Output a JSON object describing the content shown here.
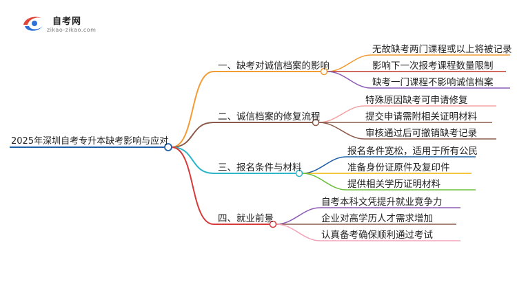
{
  "logo": {
    "title": "自考网",
    "subtitle": "zikao-zikao.com",
    "colors": {
      "blue": "#2f6fd8",
      "red": "#e0453a",
      "gray": "#9aa4b2"
    }
  },
  "root": {
    "label": "2025年深圳自考专升本缺考影响与应对",
    "color": "#1f5fa8"
  },
  "branches": [
    {
      "label": "一、缺考对诚信档案的影响",
      "color": "#f39c34",
      "leaves": [
        {
          "label": "无故缺考两门课程或以上将被记录",
          "color": "#f39c34"
        },
        {
          "label": "影响下一次报考课程数量限制",
          "color": "#c0392b"
        },
        {
          "label": "缺考一门课程不影响诚信档案",
          "color": "#8e5bb5"
        }
      ]
    },
    {
      "label": "二、诚信档案的修复流程",
      "color": "#8b5a4a",
      "leaves": [
        {
          "label": "特殊原因缺考可申请修复",
          "color": "#f4a3a3"
        },
        {
          "label": "提交申请需附相关证明材料",
          "color": "#8b5a4a"
        },
        {
          "label": "审核通过后可撤销缺考记录",
          "color": "#8b5a4a"
        }
      ]
    },
    {
      "label": "三、报名条件与材料",
      "color": "#2fb5c9",
      "leaves": [
        {
          "label": "报名条件宽松，适用于所有公民",
          "color": "#1f5fa8"
        },
        {
          "label": "准备身份证原件及复印件",
          "color": "#f0b400"
        },
        {
          "label": "提供相关学历证明材料",
          "color": "#6bbf3a"
        }
      ]
    },
    {
      "label": "四、就业前景",
      "color": "#d63a3a",
      "leaves": [
        {
          "label": "自考本科文凭提升就业竞争力",
          "color": "#8e5bb5"
        },
        {
          "label": "企业对高学历人才需求增加",
          "color": "#8b5a4a"
        },
        {
          "label": "认真备考确保顺利通过考试",
          "color": "#f4a3b8"
        }
      ]
    }
  ]
}
